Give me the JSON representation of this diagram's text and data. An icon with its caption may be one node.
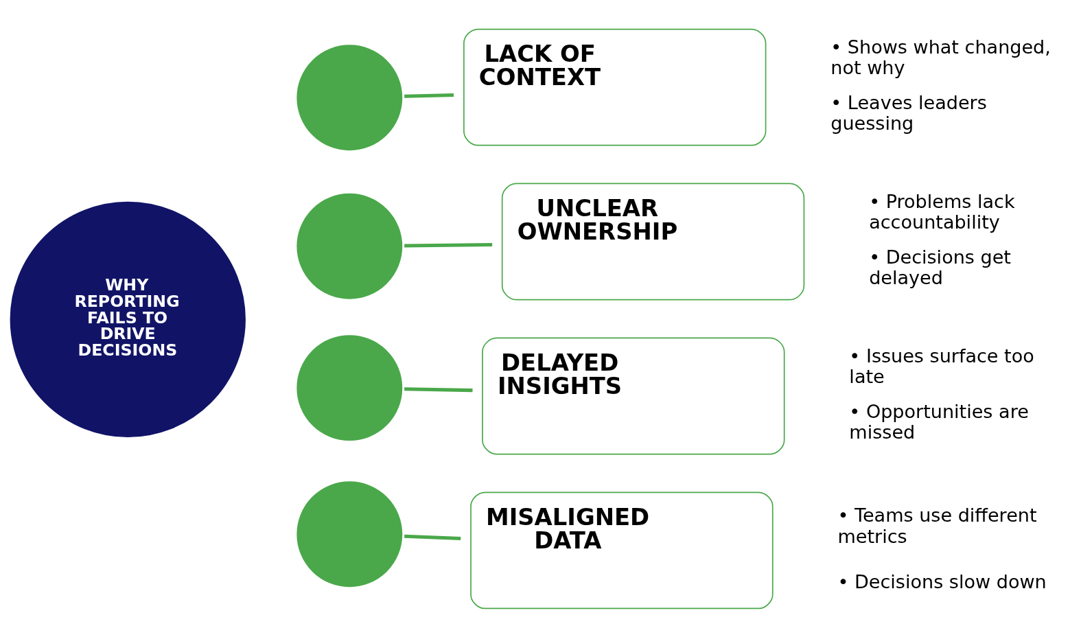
{
  "diagram": {
    "nodes": [
      {
        "text": [
          "WHY REPORTING FAILS TO DRIVE DECISIONS"
        ]
      },
      {
        "text": [],
        "shape": "circle"
      },
      {
        "text": [
          "LACK OF CONTEXT"
        ],
        "beside": [
          "• Shows what changed, not why",
          "• Leaves leaders guessing"
        ]
      },
      {
        "text": [],
        "shape": "circle"
      },
      {
        "text": [
          "UNCLEAR OWNERSHIP"
        ],
        "beside": [
          "• Problems lack accountability",
          "• Decisions get delayed"
        ]
      },
      {
        "text": [],
        "shape": "circle"
      },
      {
        "text": [
          "DELAYED INSIGHTS"
        ],
        "beside": [
          "• Issues surface too late",
          "• Opportunities are missed"
        ]
      },
      {
        "text": [],
        "shape": "circle"
      },
      {
        "text": [
          "MISALIGNED DATA"
        ],
        "beside": [
          "• Teams use different metrics",
          "• Decisions slow down"
        ]
      }
    ],
    "edges": [
      {
        "from": 1,
        "to": 2,
        "arrow": "none"
      },
      {
        "from": 3,
        "to": 4,
        "arrow": "none"
      },
      {
        "from": 5,
        "to": 6,
        "arrow": "none"
      },
      {
        "from": 7,
        "to": 8,
        "arrow": "none"
      }
    ]
  }
}
